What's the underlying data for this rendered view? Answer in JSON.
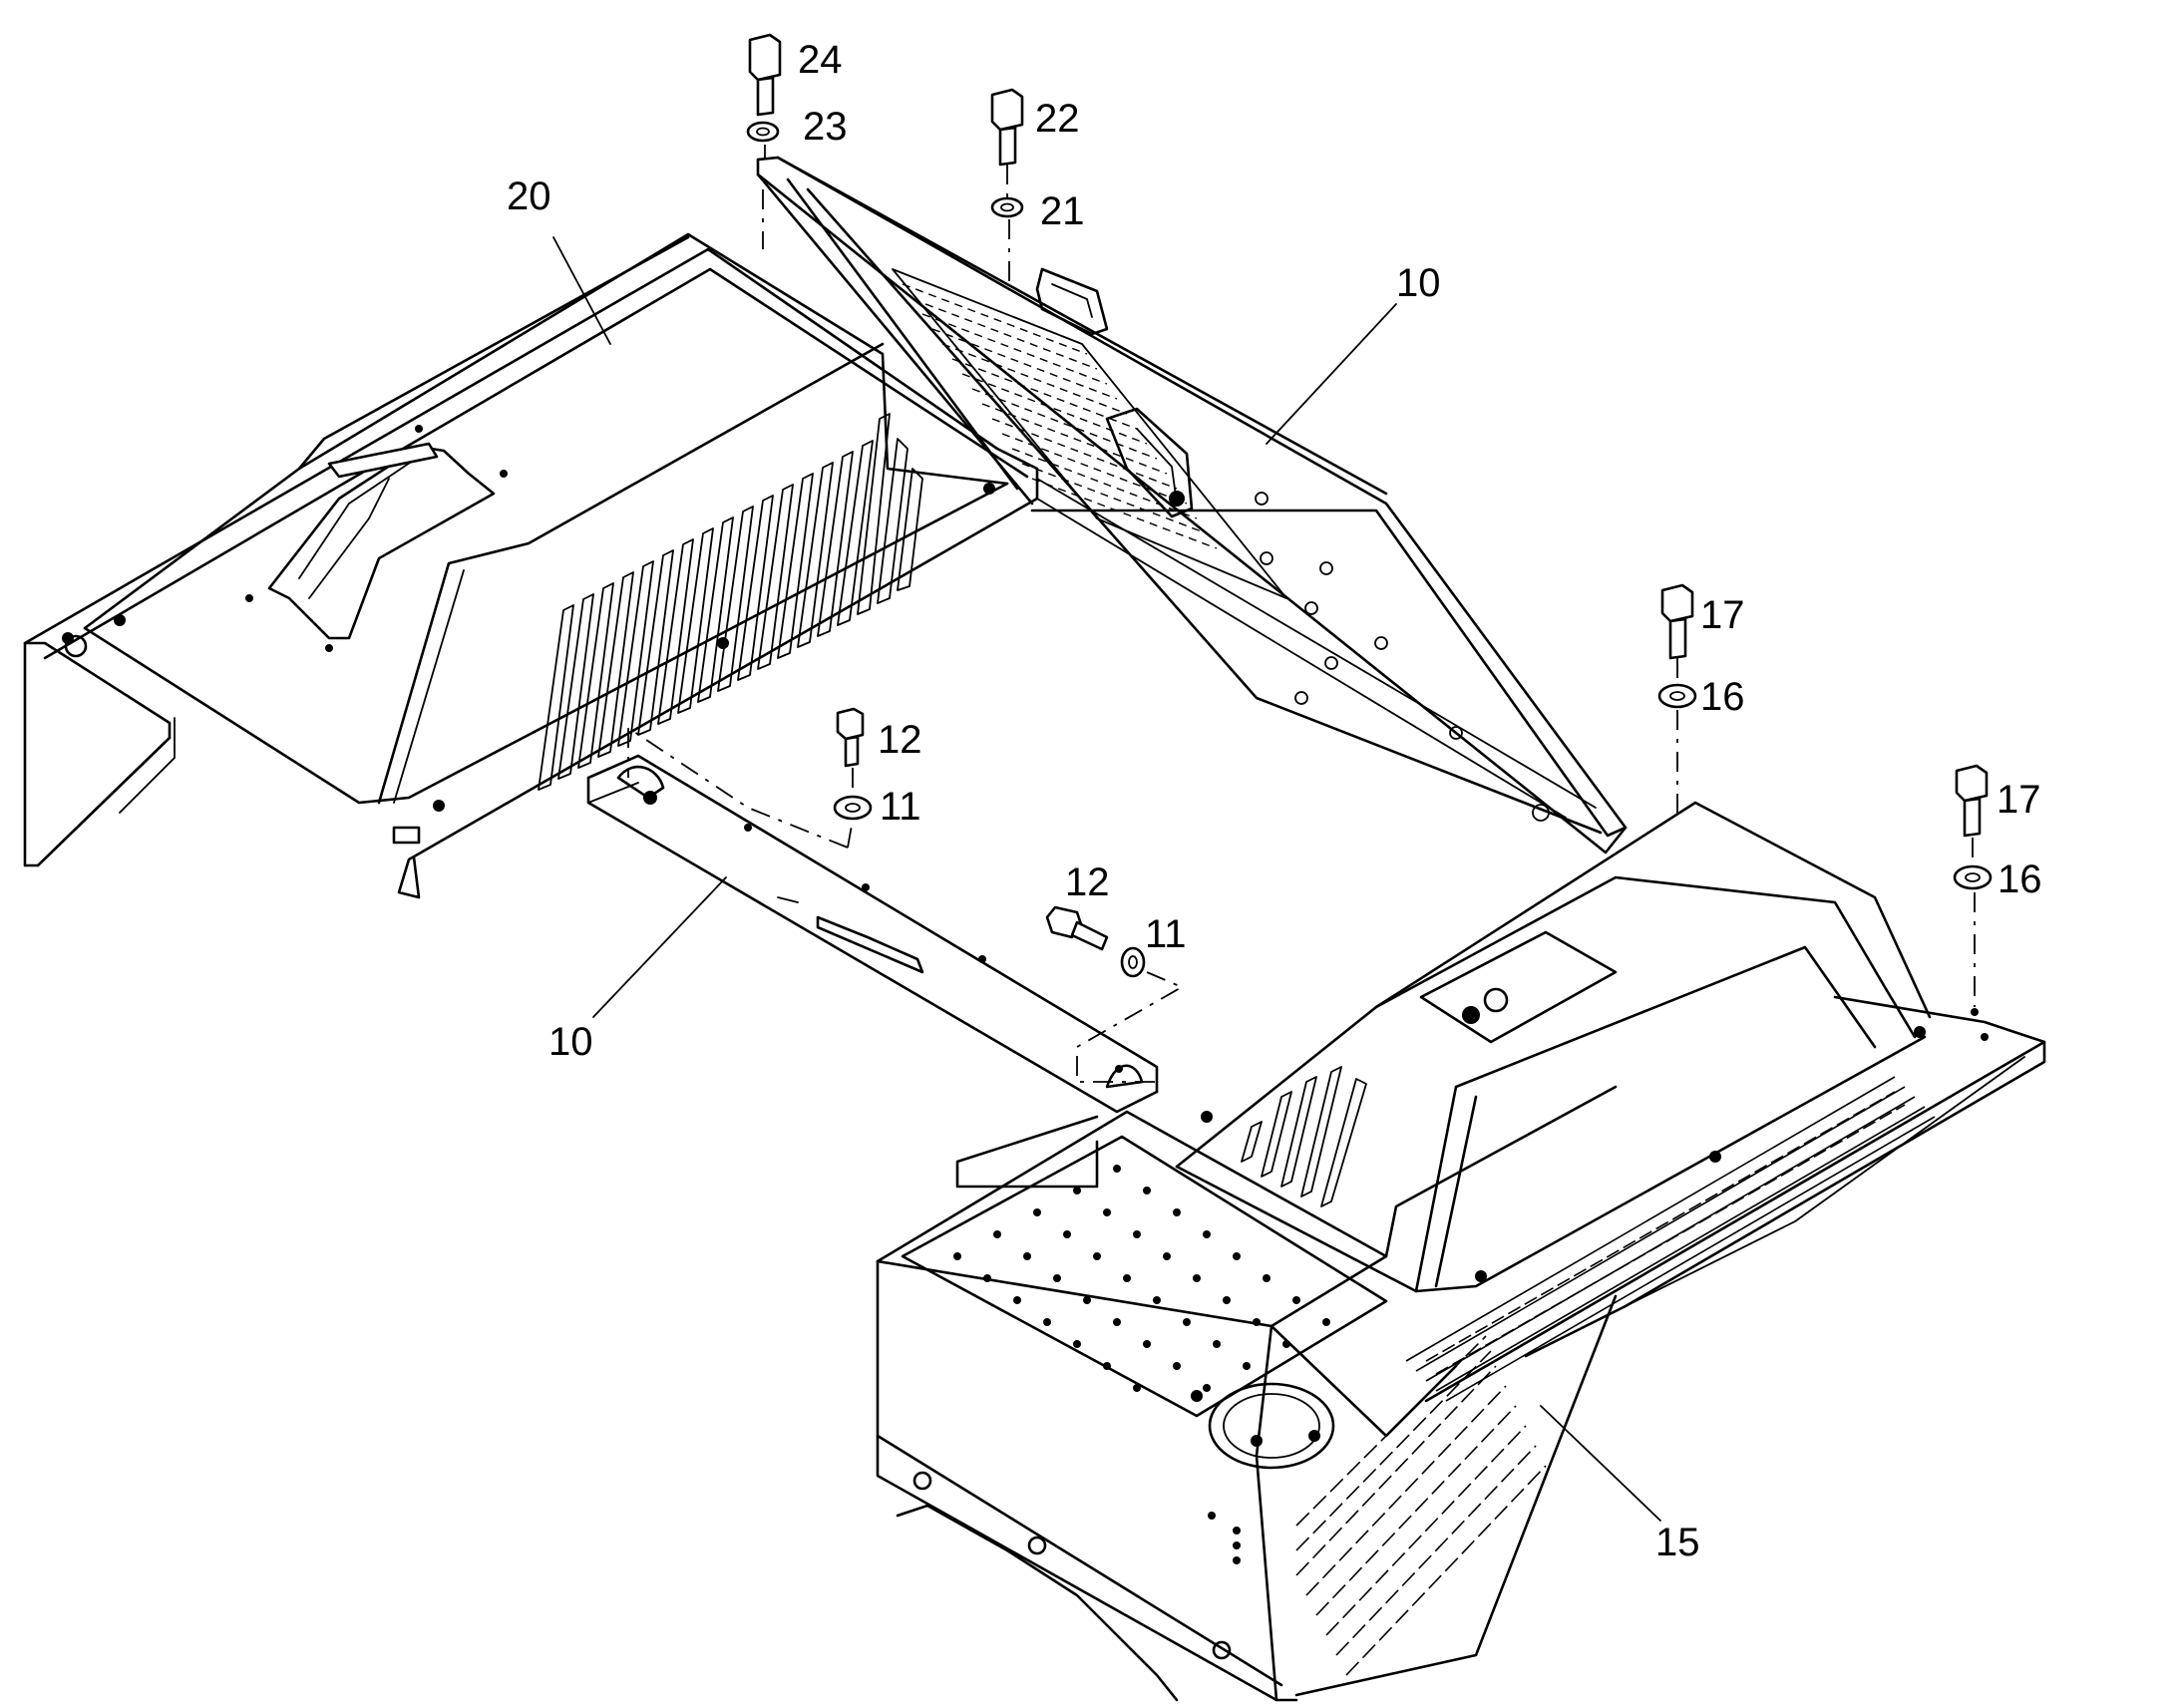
{
  "diagram": {
    "callouts": [
      {
        "id": "c24",
        "label": "24"
      },
      {
        "id": "c23",
        "label": "23"
      },
      {
        "id": "c22",
        "label": "22"
      },
      {
        "id": "c21",
        "label": "21"
      },
      {
        "id": "c20",
        "label": "20"
      },
      {
        "id": "c10a",
        "label": "10"
      },
      {
        "id": "c17a",
        "label": "17"
      },
      {
        "id": "c16a",
        "label": "16"
      },
      {
        "id": "c12a",
        "label": "12"
      },
      {
        "id": "c11a",
        "label": "11"
      },
      {
        "id": "c17b",
        "label": "17"
      },
      {
        "id": "c16b",
        "label": "16"
      },
      {
        "id": "c12b",
        "label": "12"
      },
      {
        "id": "c11b",
        "label": "11"
      },
      {
        "id": "c10b",
        "label": "10"
      },
      {
        "id": "c15",
        "label": "15"
      }
    ]
  }
}
